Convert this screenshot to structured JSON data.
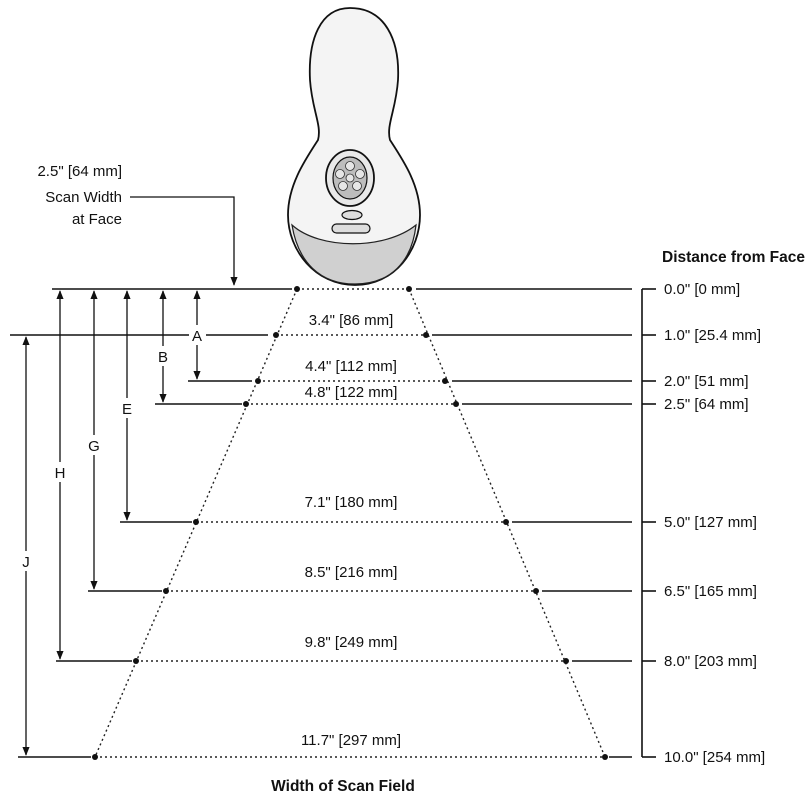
{
  "title_distance": "Distance from Face",
  "title_width": "Width of Scan Field",
  "face_note": [
    "2.5\" [64 mm]",
    "Scan Width",
    "at Face"
  ],
  "distances": [
    "0.0\" [0 mm]",
    "1.0\" [25.4 mm]",
    "2.0\" [51 mm]",
    "2.5\" [64 mm]",
    "5.0\" [127 mm]",
    "6.5\" [165 mm]",
    "8.0\" [203 mm]",
    "10.0\" [254 mm]"
  ],
  "widths": [
    "3.4\" [86 mm]",
    "4.4\" [112 mm]",
    "4.8\" [122 mm]",
    "7.1\" [180 mm]",
    "8.5\" [216 mm]",
    "9.8\" [249 mm]",
    "11.7\" [297 mm]"
  ],
  "range_labels": [
    "A",
    "B",
    "E",
    "G",
    "H",
    "J"
  ]
}
